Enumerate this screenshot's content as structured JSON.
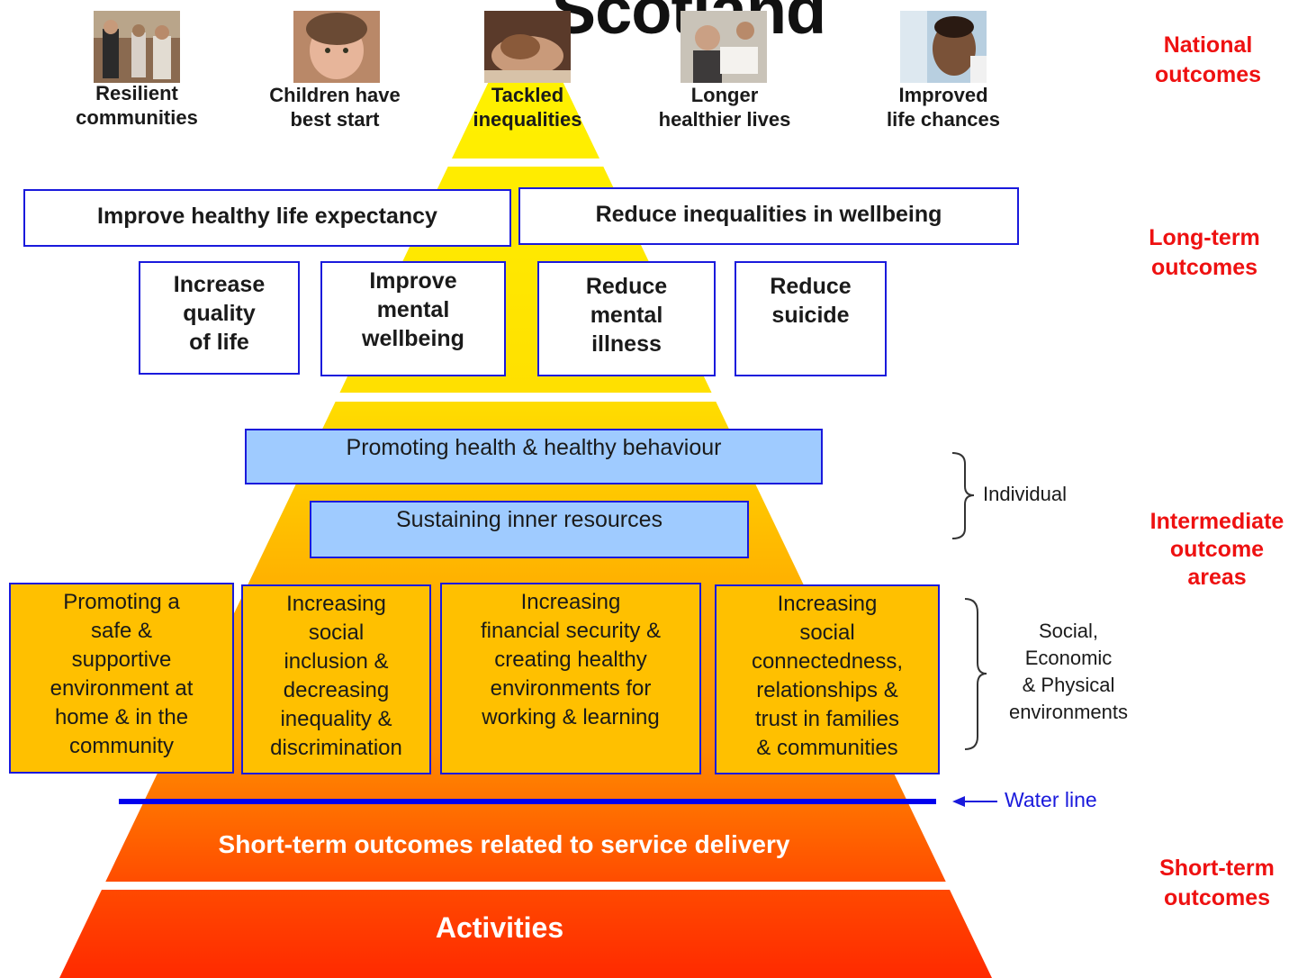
{
  "title": "Scotland",
  "national_outcomes": [
    {
      "line1": "Resilient",
      "line2": "communities",
      "photo_icon": "people-street-photo"
    },
    {
      "line1": "Children have",
      "line2": "best start",
      "photo_icon": "child-photo"
    },
    {
      "line1": "Tackled",
      "line2": "inequalities",
      "photo_icon": "handshake-photo"
    },
    {
      "line1": "Longer",
      "line2": "healthier lives",
      "photo_icon": "elderly-reading-photo"
    },
    {
      "line1": "Improved",
      "line2": "life chances",
      "photo_icon": "child-window-photo"
    }
  ],
  "long_term": {
    "wide": [
      "Improve healthy life expectancy",
      "Reduce inequalities in wellbeing"
    ],
    "boxes": [
      [
        "Increase",
        "quality",
        "of life"
      ],
      [
        "Improve",
        "mental",
        "wellbeing"
      ],
      [
        "Reduce",
        "mental",
        "illness"
      ],
      [
        "Reduce",
        "suicide"
      ]
    ]
  },
  "intermediate": {
    "individual": [
      "Promoting health & healthy behaviour",
      "Sustaining inner resources"
    ],
    "environment_boxes": [
      [
        "Promoting a",
        "safe &",
        "supportive",
        "environment at",
        "home & in the",
        "community"
      ],
      [
        "Increasing",
        "social",
        "inclusion &",
        "decreasing",
        "inequality &",
        "discrimination"
      ],
      [
        "Increasing",
        "financial security &",
        "creating healthy",
        "environments for",
        "working & learning"
      ],
      [
        "Increasing",
        "social",
        "connectedness,",
        "relationships &",
        "trust in families",
        "& communities"
      ]
    ]
  },
  "brackets": {
    "individual": "Individual",
    "environments": [
      "Social,",
      "Economic",
      "& Physical",
      "environments"
    ]
  },
  "water_line": "Water line",
  "bands": {
    "short_term": "Short-term outcomes related to service delivery",
    "activities": "Activities"
  },
  "right_labels": {
    "national": [
      "National",
      "outcomes"
    ],
    "long_term": [
      "Long-term",
      "outcomes"
    ],
    "intermediate": [
      "Intermediate",
      "outcome",
      "areas"
    ],
    "short_term": [
      "Short-term",
      "outcomes"
    ]
  },
  "colors": {
    "pyramid_top": "#fff200",
    "pyramid_mid": "#ffb000",
    "pyramid_bottom": "#ff3300",
    "border_blue": "#1a1adc",
    "blue_box": "#9fcbff",
    "orange_box": "#ffc000",
    "label_red": "#ee1111",
    "water_line": "#0000ee"
  }
}
